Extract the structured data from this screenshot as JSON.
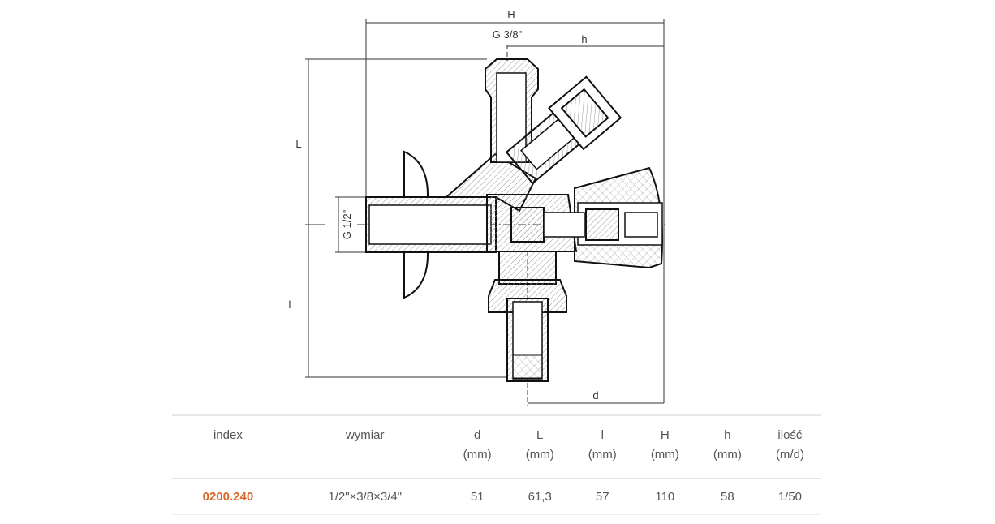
{
  "drawing": {
    "dimensions": {
      "H": "H",
      "h": "h",
      "L": "L",
      "l": "l",
      "d": "d",
      "G_top": "G 3/8\"",
      "G_inlet": "G 1/2\""
    }
  },
  "table": {
    "headers": [
      {
        "label": "index",
        "unit": ""
      },
      {
        "label": "wymiar",
        "unit": ""
      },
      {
        "label": "d",
        "unit": "(mm)"
      },
      {
        "label": "L",
        "unit": "(mm)"
      },
      {
        "label": "l",
        "unit": "(mm)"
      },
      {
        "label": "H",
        "unit": "(mm)"
      },
      {
        "label": "h",
        "unit": "(mm)"
      },
      {
        "label": "ilość",
        "unit": "(m/d)"
      }
    ],
    "rows": [
      [
        "0200.240",
        "1/2\"×3/8×3/4\"",
        "51",
        "61,3",
        "57",
        "110",
        "58",
        "1/50"
      ]
    ]
  },
  "colors": {
    "index": "#d9692a",
    "text": "#555555",
    "line": "#222222"
  }
}
